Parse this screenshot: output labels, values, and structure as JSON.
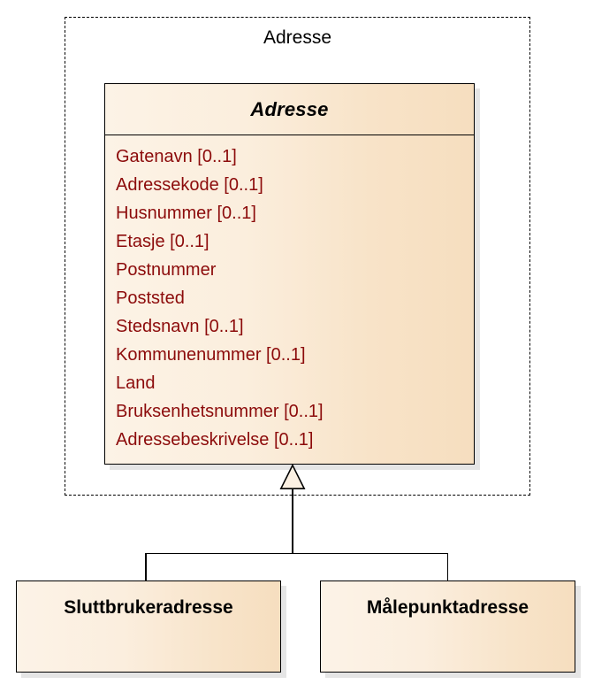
{
  "diagram": {
    "type": "uml-class-diagram",
    "package": {
      "title": "Adresse"
    },
    "main_class": {
      "name": "Adresse",
      "name_style": "bold-italic",
      "attributes": [
        "Gatenavn [0..1]",
        "Adressekode [0..1]",
        "Husnummer [0..1]",
        "Etasje [0..1]",
        "Postnummer",
        "Poststed",
        "Stedsnavn [0..1]",
        "Kommunenummer [0..1]",
        "Land",
        "Bruksenhetsnummer [0..1]",
        "Adressebeskrivelse [0..1]"
      ]
    },
    "subclasses": [
      {
        "name": "Sluttbrukeradresse"
      },
      {
        "name": "Målepunktadresse"
      }
    ],
    "relationship": {
      "kind": "generalization",
      "arrowhead": "hollow-triangle",
      "parent": "Adresse",
      "children": [
        "Sluttbrukeradresse",
        "Målepunktadresse"
      ]
    },
    "colors": {
      "class_fill_light": "#fcf3e6",
      "class_fill_dark": "#f6debf",
      "border": "#000000",
      "attribute_text": "#8c0b0b",
      "class_name_text": "#000000",
      "shadow": "#d9d9d9"
    }
  }
}
